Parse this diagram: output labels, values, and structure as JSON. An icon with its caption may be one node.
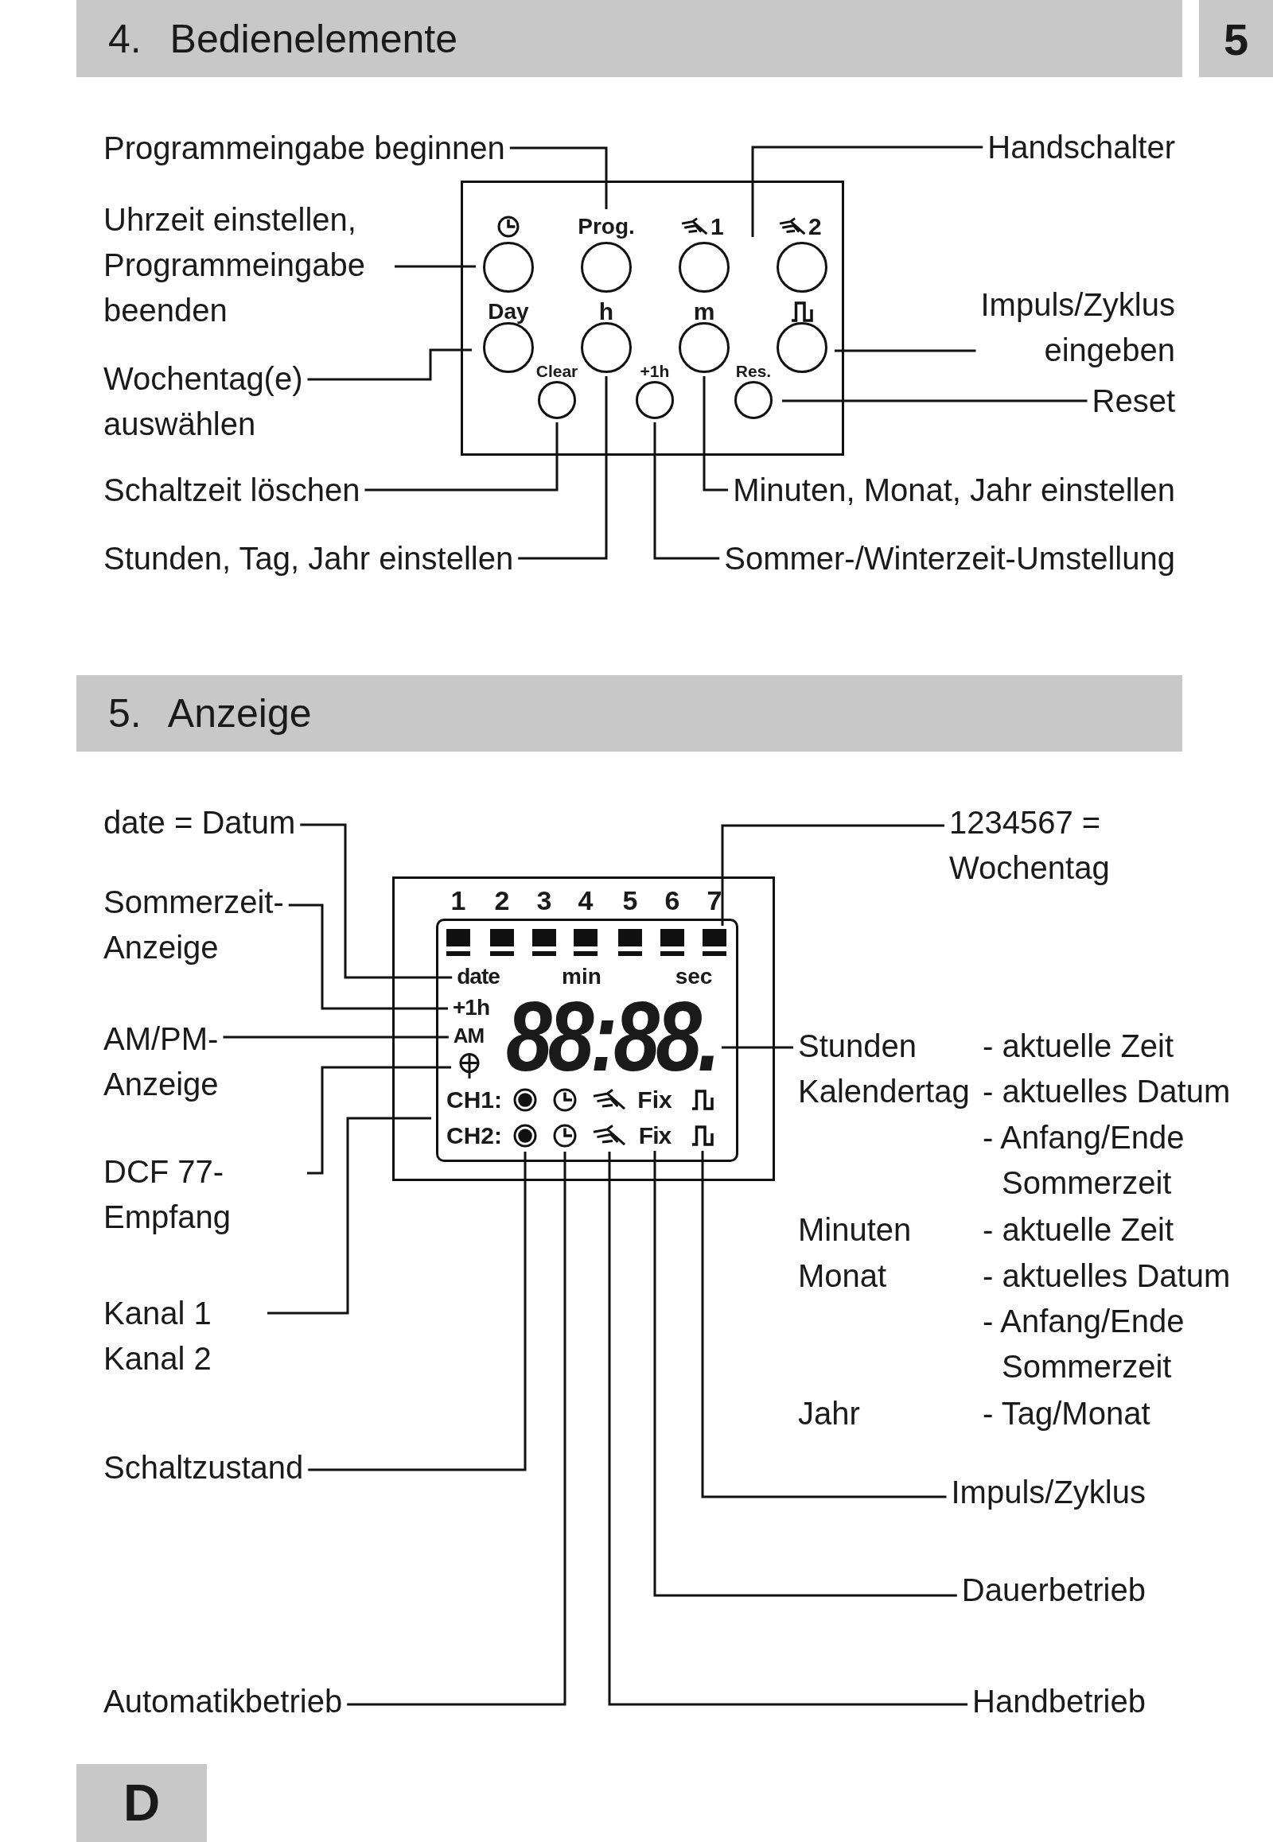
{
  "diagram": {
    "nodes": [
      {
        "text": [
          "4. Bedienelemente"
        ]
      },
      {
        "text": [
          "5"
        ]
      },
      {
        "text": [
          "Programmeingabe beginnen"
        ]
      },
      {
        "text": [
          "Handschalter"
        ]
      },
      {
        "text": [
          "Uhrzeit einstellen, Programmeingabe beenden"
        ]
      },
      {
        "text": [
          "Wochentag(e) auswählen"
        ]
      },
      {
        "text": [
          "Impuls/Zyklus eingeben"
        ]
      },
      {
        "text": [
          "Reset"
        ]
      },
      {
        "text": [
          "Schaltzeit löschen"
        ]
      },
      {
        "text": [
          "Stunden, Tag, Jahr einstellen"
        ]
      },
      {
        "text": [
          "Minuten, Monat, Jahr einstellen"
        ]
      },
      {
        "text": [
          "Sommer-/Winterzeit-Umstellung"
        ]
      },
      {
        "text": [],
        "shape": "box"
      },
      {
        "text": [],
        "shape": "circle",
        "in": 12
      },
      {
        "text": [
          "Prog."
        ],
        "in": 12
      },
      {
        "text": [
          "1"
        ],
        "in": 12
      },
      {
        "text": [
          "2"
        ],
        "in": 12
      },
      {
        "text": [
          "Day"
        ],
        "in": 12
      },
      {
        "text": [
          "h"
        ],
        "in": 12
      },
      {
        "text": [
          "m"
        ],
        "in": 12
      },
      {
        "text": [],
        "shape": "circle",
        "in": 12
      },
      {
        "text": [
          "Clear"
        ],
        "in": 12
      },
      {
        "text": [
          "+1h"
        ],
        "in": 12
      },
      {
        "text": [
          "Res."
        ],
        "in": 12
      },
      {
        "text": [
          "5. Anzeige"
        ]
      },
      {
        "text": [
          "date = Datum"
        ]
      },
      {
        "text": [
          "Sommerzeit- Anzeige"
        ]
      },
      {
        "text": [
          "AM/PM- Anzeige"
        ]
      },
      {
        "text": [
          "DCF 77- Empfang"
        ]
      },
      {
        "text": [
          "Kanal 1 Kanal 2"
        ]
      },
      {
        "text": [
          "Schaltzustand"
        ]
      },
      {
        "text": [
          "Automatikbetrieb"
        ]
      },
      {
        "text": [
          "1234567 = Wochentag"
        ]
      },
      {
        "text": [
          "Stunden",
          "- aktuelle Zeit",
          "Kalendertag",
          "- aktuelles Datum",
          "- Anfang/Ende Sommerzeit",
          "Minuten",
          "- aktuelle Zeit",
          "Monat",
          "- aktuelles Datum",
          "- Anfang/Ende Sommerzeit",
          "Jahr",
          "- Tag/Monat"
        ]
      },
      {
        "text": [
          "Impuls/Zyklus"
        ]
      },
      {
        "text": [
          "Dauerbetrieb"
        ]
      },
      {
        "text": [
          "Handbetrieb"
        ]
      },
      {
        "text": [],
        "shape": "box"
      },
      {
        "text": [],
        "shape": "box",
        "in": 37
      },
      {
        "text": [],
        "shape": "bar",
        "in": 38
      },
      {
        "text": [],
        "shape": "bar",
        "in": 38
      },
      {
        "text": [],
        "shape": "bar",
        "in": 38
      },
      {
        "text": [],
        "shape": "bar",
        "in": 38
      },
      {
        "text": [],
        "shape": "bar",
        "in": 38
      },
      {
        "text": [],
        "shape": "bar",
        "in": 38
      },
      {
        "text": [],
        "shape": "bar",
        "in": 38
      },
      {
        "text": [
          "date"
        ],
        "in": 38
      },
      {
        "text": [
          "+1h"
        ],
        "in": 38
      },
      {
        "text": [
          "AM"
        ],
        "in": 38
      },
      {
        "text": [],
        "shape": "antenna",
        "in": 38
      },
      {
        "text": [
          "88:88."
        ],
        "in": 38
      },
      {
        "text": [],
        "shape": "dot",
        "in": 38
      },
      {
        "text": [],
        "shape": "clock",
        "in": 38
      },
      {
        "text": [],
        "shape": "hand",
        "in": 38
      },
      {
        "text": [
          "Fix"
        ],
        "in": 38
      },
      {
        "text": [],
        "shape": "pulse",
        "in": 38
      },
      {
        "text": [
          "D"
        ]
      }
    ],
    "edges": [
      {
        "from": 2,
        "to": 14,
        "arrow": "none"
      },
      {
        "from": 3,
        "to": null,
        "arrow": "none"
      },
      {
        "from": 4,
        "to": 13,
        "arrow": "none"
      },
      {
        "from": 5,
        "to": 17,
        "arrow": "none"
      },
      {
        "from": 6,
        "to": 20,
        "arrow": "none"
      },
      {
        "from": 7,
        "to": 23,
        "arrow": "none"
      },
      {
        "from": 8,
        "to": 21,
        "arrow": "none"
      },
      {
        "from": 9,
        "to": 18,
        "arrow": "none"
      },
      {
        "from": 10,
        "to": 19,
        "arrow": "none"
      },
      {
        "from": 11,
        "to": 22,
        "arrow": "none"
      },
      {
        "from": 25,
        "to": 46,
        "arrow": "none"
      },
      {
        "from": 26,
        "to": 47,
        "arrow": "none"
      },
      {
        "from": 27,
        "to": 48,
        "arrow": "none"
      },
      {
        "from": 28,
        "to": 49,
        "arrow": "none"
      },
      {
        "from": 29,
        "to": 38,
        "arrow": "none"
      },
      {
        "from": 30,
        "to": 51,
        "arrow": "none"
      },
      {
        "from": 31,
        "to": 52,
        "arrow": "none"
      },
      {
        "from": 32,
        "to": 45,
        "arrow": "none"
      },
      {
        "from": 33,
        "to": 50,
        "arrow": "none"
      },
      {
        "from": 34,
        "to": 55,
        "arrow": "none"
      },
      {
        "from": 35,
        "to": 54,
        "arrow": "none"
      },
      {
        "from": 36,
        "to": 53,
        "arrow": "none"
      }
    ],
    "labels": [
      "1",
      "2",
      "3",
      "4",
      "5",
      "6",
      "7",
      "min",
      "sec",
      "CH1:",
      "Fix",
      "CH2:"
    ]
  }
}
